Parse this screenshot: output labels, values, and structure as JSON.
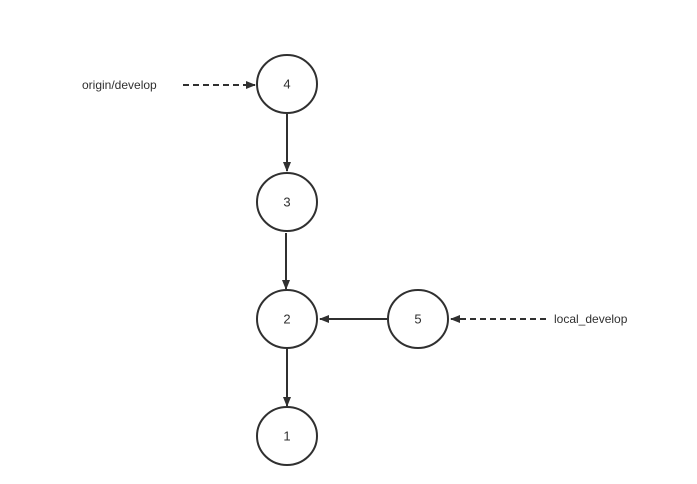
{
  "nodes": [
    {
      "id": "4",
      "label": "4"
    },
    {
      "id": "3",
      "label": "3"
    },
    {
      "id": "2",
      "label": "2"
    },
    {
      "id": "1",
      "label": "1"
    },
    {
      "id": "5",
      "label": "5"
    }
  ],
  "edges": [
    {
      "from": "4",
      "to": "3"
    },
    {
      "from": "3",
      "to": "2"
    },
    {
      "from": "2",
      "to": "1"
    },
    {
      "from": "5",
      "to": "2"
    }
  ],
  "branches": [
    {
      "label": "origin/develop",
      "points_to": "4"
    },
    {
      "label": "local_develop",
      "points_to": "5"
    }
  ],
  "colors": {
    "stroke": "#303030",
    "background": "#ffffff"
  }
}
